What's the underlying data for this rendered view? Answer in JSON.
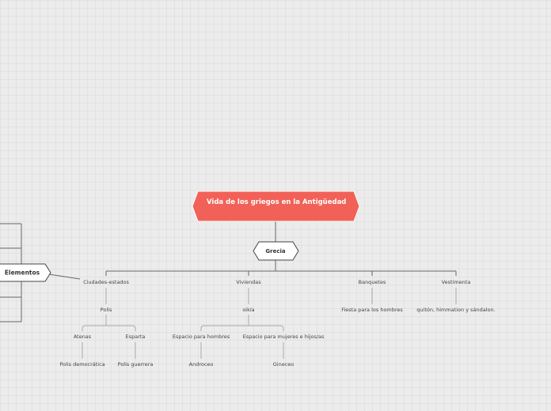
{
  "root": {
    "title": "Vida de los griegos en la Antigüedad",
    "color": "#f26157"
  },
  "center": {
    "label": "Grecia"
  },
  "side": {
    "label": "Elementos"
  },
  "branches": {
    "ciudades": {
      "label": "Ciudades-estados",
      "child": "Polis",
      "atenas": "Atenas",
      "atenas_child": "Polis democrática",
      "esparta": "Esparta",
      "esparta_child": "Polis guerrera"
    },
    "viviendas": {
      "label": "Viviendas",
      "child": "oikía",
      "hombres": "Espacio para hombres",
      "hombres_child": "Androceo",
      "mujeres": "Espacio para mujeres e hijos/as",
      "mujeres_child": "Gineceo"
    },
    "banquetes": {
      "label": "Banquetes",
      "child": "Fiesta para los hombres"
    },
    "vestimenta": {
      "label": "Vestimenta",
      "child": "quitón, himmation y sándalon."
    }
  }
}
